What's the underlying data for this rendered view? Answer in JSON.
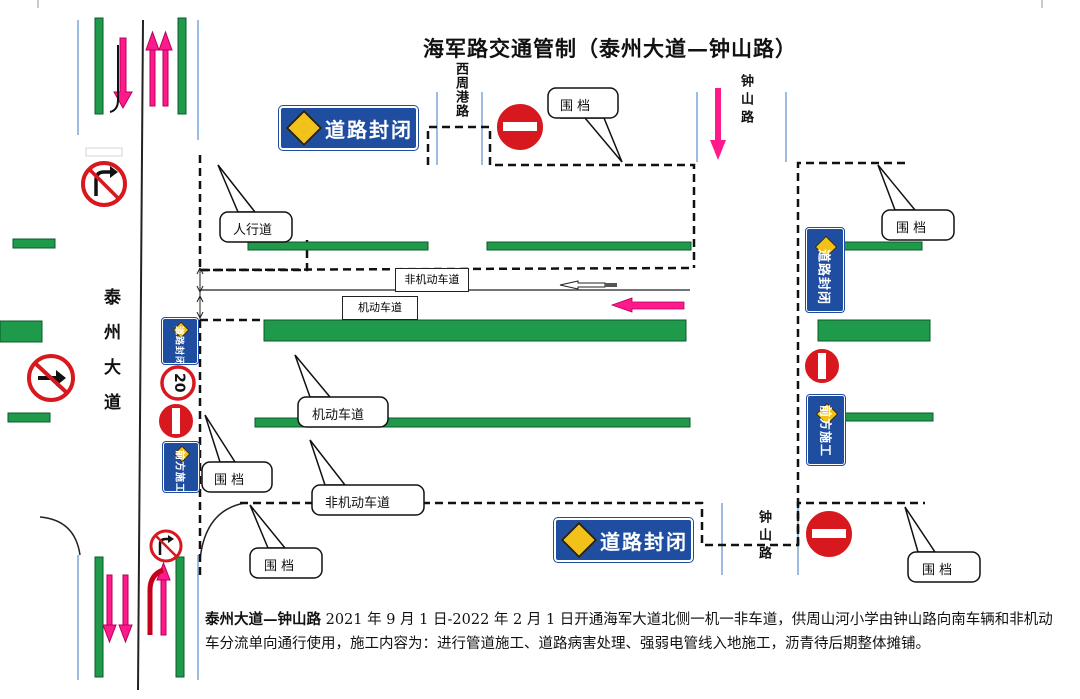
{
  "title": "海军路交通管制（泰州大道—钟山路）",
  "road_labels": {
    "taizhou_avenue": "泰州大道",
    "xizhou_gang_road": "西周港路",
    "zhongshan_road_top": "钟山路",
    "zhongshan_road_bottom": "钟山路"
  },
  "callouts": {
    "fence_top": "围  档",
    "sidewalk": "人行道",
    "fence_right_top": "围  档",
    "motor_lane_mid": "机动车道",
    "fence_left": "围  档",
    "nonmotor_lane_bottom": "非机动车道",
    "fence_bottom_left": "围  档",
    "fence_bottom_right": "围  档"
  },
  "lanes": {
    "non_motor": "非机动车道",
    "motor": "机动车道"
  },
  "signs": {
    "road_closed": "道路封闭",
    "work_ahead": "前方施工",
    "speed_limit": "20",
    "small_sign_caption": "前方施工"
  },
  "note": {
    "bold_lead": "泰州大道—钟山路",
    "text": " 2021 年 9 月 1 日-2022 年 2 月 1 日开通海军大道北侧一机一非车道，供周山河小学由钟山路向南车辆和非机动车分流单向通行使用，施工内容为：进行管道施工、道路病害处理、强弱电管线入地施工，沥青待后期整体摊铺。"
  },
  "colors": {
    "lane_bar": "#1f9a4a",
    "arrow": "#ff1a8c",
    "sign_blue": "#1f4ea1",
    "no_entry_red": "#d7191f"
  }
}
